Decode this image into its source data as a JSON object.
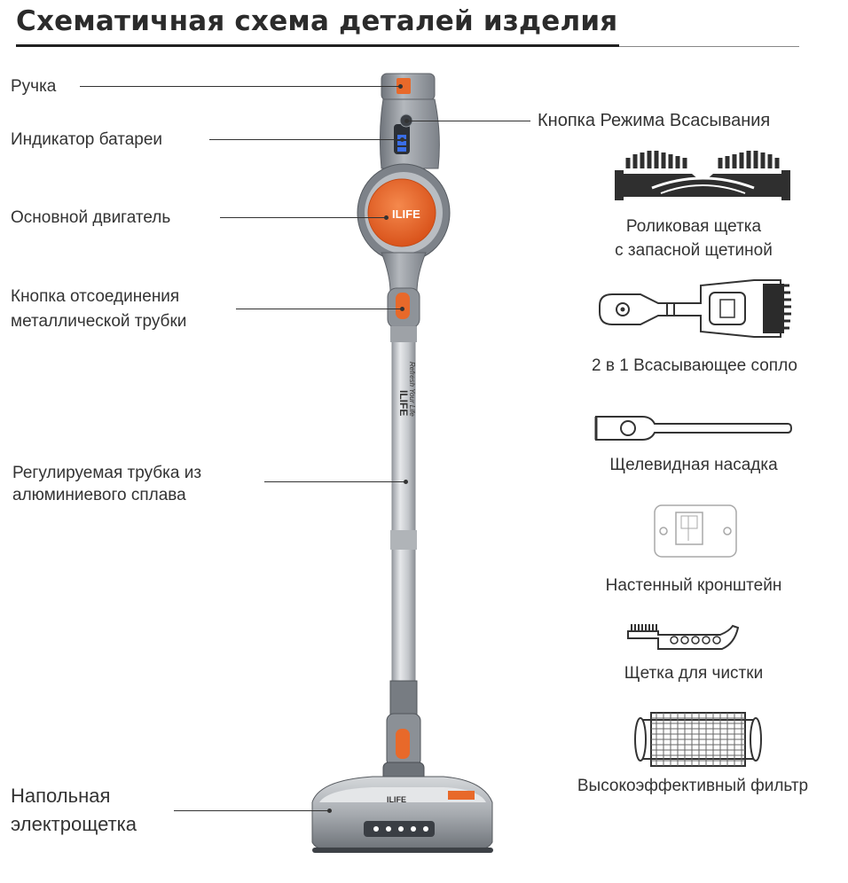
{
  "title": "Схематичная схема деталей изделия",
  "parts_left": {
    "handle": "Ручка",
    "battery_indicator": "Индикатор батареи",
    "main_motor": "Основной двигатель",
    "release_button_line1": "Кнопка отсоединения",
    "release_button_line2": "металлической трубки",
    "tube_line1": "Регулируемая трубка из",
    "tube_line2": "алюминиевого сплава",
    "floor_brush_line1": "Напольная",
    "floor_brush_line2": "электрощетка"
  },
  "parts_right": {
    "suction_mode_button": "Кнопка Режима Всасывания"
  },
  "brand": {
    "logo": "ILIFE",
    "tagline": "Refresh Your Life"
  },
  "accessories": {
    "roller_brush_line1": "Роликовая щетка",
    "roller_brush_line2": "с запасной щетиной",
    "nozzle_2in1": "2 в 1 Всасывающее сопло",
    "crevice_tool": "Щелевидная насадка",
    "wall_mount": "Настенный кронштейн",
    "cleaning_brush": "Щетка для чистки",
    "hepa_filter": "Высокоэффективный фильтр"
  },
  "colors": {
    "accent_orange": "#e8692a",
    "body_gray": "#8a8f96",
    "tube_silver": "#c9ccd0",
    "text": "#333333"
  }
}
